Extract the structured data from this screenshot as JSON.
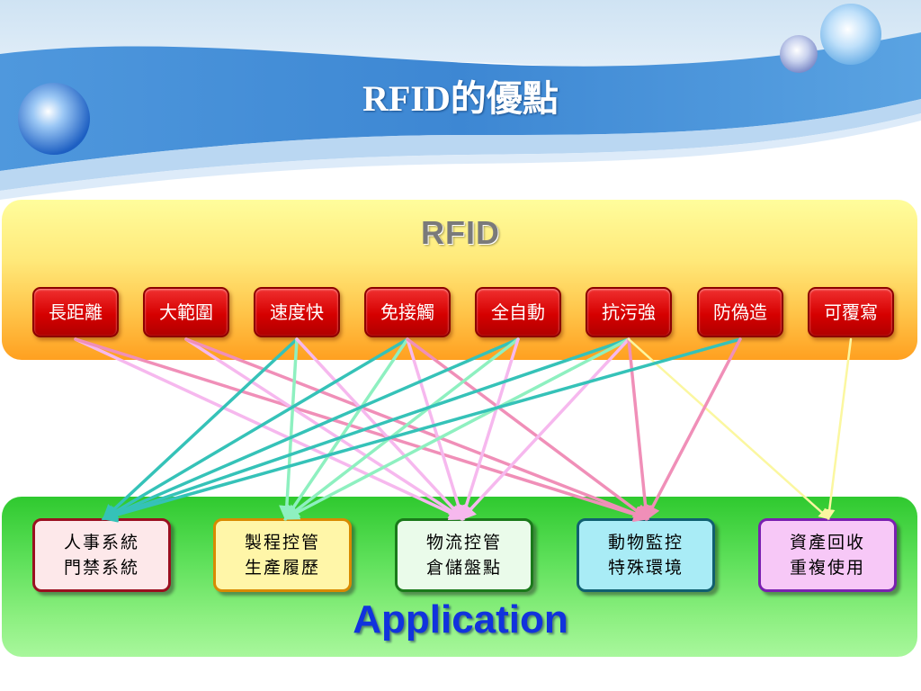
{
  "title": "RFID的優點",
  "rfid_label": "RFID",
  "application_label": "Application",
  "features": [
    {
      "id": "long-range",
      "label": "長距離"
    },
    {
      "id": "wide-area",
      "label": "大範圍"
    },
    {
      "id": "fast",
      "label": "速度快"
    },
    {
      "id": "contactless",
      "label": "免接觸"
    },
    {
      "id": "automatic",
      "label": "全自動"
    },
    {
      "id": "robust",
      "label": "抗污強"
    },
    {
      "id": "anti-counterfeit",
      "label": "防偽造"
    },
    {
      "id": "rewritable",
      "label": "可覆寫"
    }
  ],
  "applications": [
    {
      "id": "personnel",
      "line1": "人事系統",
      "line2": "門禁系統",
      "bg": "#fde8ea",
      "border": "#9a1020"
    },
    {
      "id": "manufacturing",
      "line1": "製程控管",
      "line2": "生產履歷",
      "bg": "#fff6a8",
      "border": "#d88a00"
    },
    {
      "id": "logistics",
      "line1": "物流控管",
      "line2": "倉儲盤點",
      "bg": "#eafbea",
      "border": "#1a7a1a"
    },
    {
      "id": "animal",
      "line1": "動物監控",
      "line2": "特殊環境",
      "bg": "#a9ecf6",
      "border": "#106070"
    },
    {
      "id": "recycling",
      "line1": "資產回收",
      "line2": "重複使用",
      "bg": "#f7c8f7",
      "border": "#7a20b0"
    }
  ],
  "colors": {
    "pink": "#f08fb8",
    "light_pink": "#f6b8ee",
    "teal": "#35c2b8",
    "mint": "#8ef0c0",
    "pale_yellow": "#fbf7a0",
    "feature_red": "#d60000",
    "application_blue": "#1133dd",
    "header_blue": "#4a90d8"
  },
  "connections": [
    {
      "from": 0,
      "to": 2,
      "color": "light_pink"
    },
    {
      "from": 0,
      "to": 3,
      "color": "pink"
    },
    {
      "from": 1,
      "to": 2,
      "color": "light_pink"
    },
    {
      "from": 1,
      "to": 3,
      "color": "pink"
    },
    {
      "from": 2,
      "to": 0,
      "color": "teal"
    },
    {
      "from": 2,
      "to": 1,
      "color": "mint"
    },
    {
      "from": 2,
      "to": 2,
      "color": "light_pink"
    },
    {
      "from": 3,
      "to": 0,
      "color": "teal"
    },
    {
      "from": 3,
      "to": 1,
      "color": "mint"
    },
    {
      "from": 3,
      "to": 2,
      "color": "light_pink"
    },
    {
      "from": 3,
      "to": 3,
      "color": "pink"
    },
    {
      "from": 4,
      "to": 0,
      "color": "teal"
    },
    {
      "from": 4,
      "to": 1,
      "color": "mint"
    },
    {
      "from": 4,
      "to": 2,
      "color": "light_pink"
    },
    {
      "from": 5,
      "to": 0,
      "color": "teal"
    },
    {
      "from": 5,
      "to": 1,
      "color": "mint"
    },
    {
      "from": 5,
      "to": 2,
      "color": "light_pink"
    },
    {
      "from": 5,
      "to": 3,
      "color": "pink"
    },
    {
      "from": 5,
      "to": 4,
      "color": "pale_yellow"
    },
    {
      "from": 6,
      "to": 0,
      "color": "teal"
    },
    {
      "from": 6,
      "to": 3,
      "color": "pink"
    },
    {
      "from": 7,
      "to": 4,
      "color": "pale_yellow"
    }
  ]
}
